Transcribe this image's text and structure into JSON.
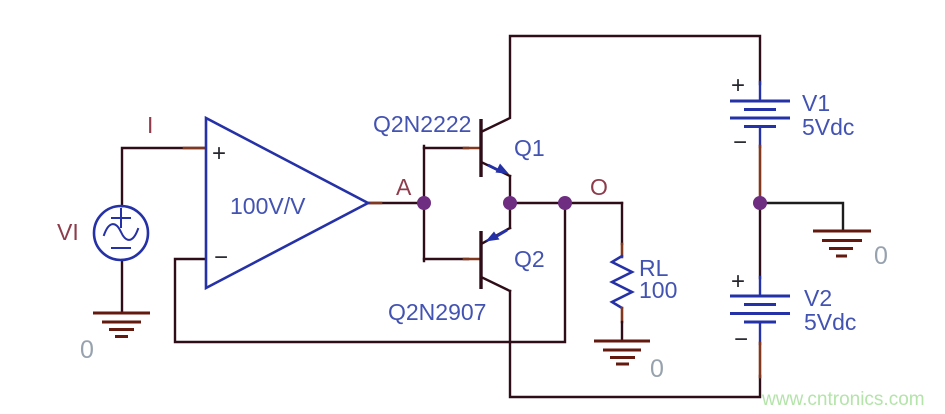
{
  "colors": {
    "wire": "#2e0d18",
    "wire-dark": "#1d1d1d",
    "pin": "#82381f",
    "blue": "#2531a6",
    "blue-label": "#4353b2",
    "net-label": "#8e3c4c",
    "ground-color": "#63190e",
    "ground-label": "#98a2ae",
    "node-dot": "#6e2d80",
    "dark-symbol": "#26262e",
    "watermark": "#b4e4aa"
  },
  "source": {
    "ref": "VI",
    "plus": "+",
    "minus": "−",
    "ground": "0"
  },
  "net_labels": {
    "in": "I",
    "gain_node": "A",
    "out": "O"
  },
  "opamp": {
    "gain": "100V/V",
    "plus": "+",
    "minus": "−"
  },
  "q1": {
    "ref": "Q1",
    "model": "Q2N2222"
  },
  "q2": {
    "ref": "Q2",
    "model": "Q2N2907"
  },
  "rl": {
    "ref": "RL",
    "value": "100",
    "ground": "0"
  },
  "v1": {
    "ref": "V1",
    "value": "5Vdc",
    "plus": "+",
    "minus": "−"
  },
  "v2": {
    "ref": "V2",
    "value": "5Vdc",
    "plus": "+",
    "minus": "−"
  },
  "right_ground": {
    "label": "0"
  },
  "watermark": {
    "text": "www.cntronics.com"
  }
}
